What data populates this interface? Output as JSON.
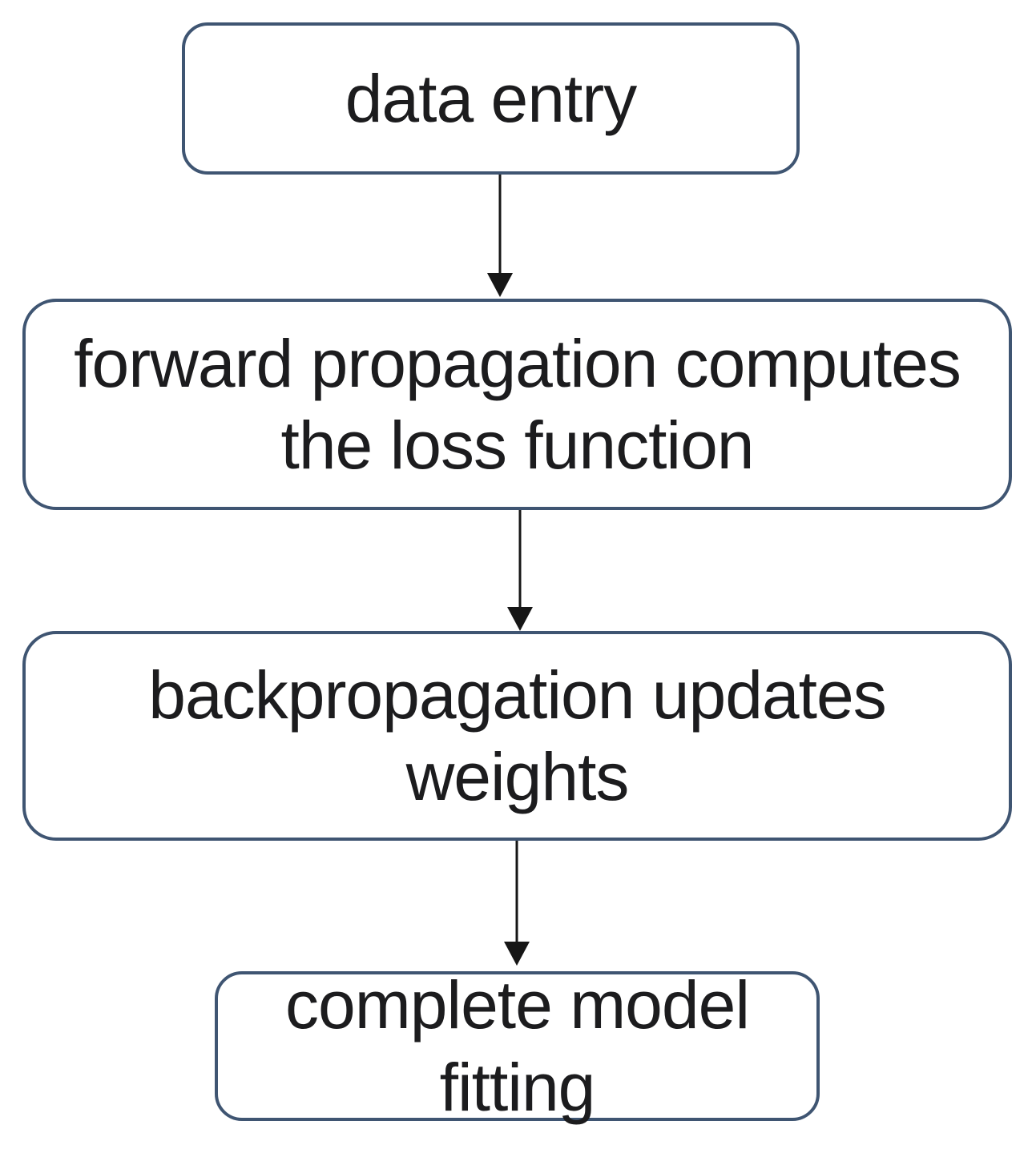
{
  "diagram": {
    "type": "flowchart",
    "direction": "top-down",
    "nodes": [
      {
        "id": "data-entry",
        "label": "data entry"
      },
      {
        "id": "forward-propagation",
        "label": "forward propagation computes the loss function"
      },
      {
        "id": "backpropagation",
        "label": "backpropagation updates weights"
      },
      {
        "id": "complete-model-fitting",
        "label": "complete model fitting"
      }
    ],
    "edges": [
      {
        "from": "data-entry",
        "to": "forward-propagation",
        "style": "arrow-down"
      },
      {
        "from": "forward-propagation",
        "to": "backpropagation",
        "style": "arrow-down"
      },
      {
        "from": "backpropagation",
        "to": "complete-model-fitting",
        "style": "arrow-down"
      }
    ],
    "colors": {
      "box_border": "#3f5572",
      "text": "#1c1c1e",
      "arrow": "#161616",
      "background": "#ffffff"
    }
  }
}
